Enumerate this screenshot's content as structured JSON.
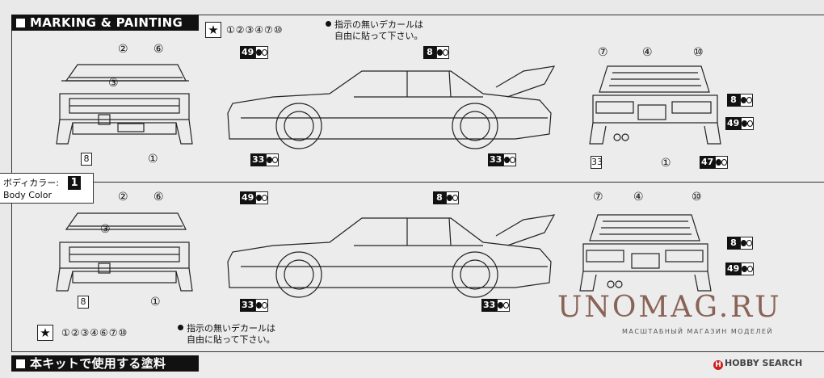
{
  "headers": {
    "marking": "MARKING & PAINTING",
    "paint": "本キットで使用する塗料"
  },
  "note": {
    "circled": "①②③④⑦⑩",
    "circled_bottom": "①②③④⑥⑦⑩",
    "line1": "指示の無いデカールは",
    "line2": "自由に貼って下さい。",
    "star": "★"
  },
  "body_color": {
    "label_jp": "ボディカラー:",
    "label_en": "Body Color",
    "number": "1"
  },
  "labels": {
    "c1": "①",
    "c2": "②",
    "c3": "③",
    "c4": "④",
    "c6": "⑥",
    "c7": "⑦",
    "c10": "⑩",
    "n8": "8",
    "n33": "33",
    "n47": "47",
    "n49": "49"
  },
  "watermark": {
    "main": "UNOMAG.RU",
    "sub": "МАСШТАБНЫЙ МАГАЗИН МОДЕЛЕЙ",
    "brand": "HOBBY SEARCH",
    "brand_mark": "H"
  },
  "colors": {
    "accent": "#111111",
    "watermark": "#7a4a3c"
  }
}
